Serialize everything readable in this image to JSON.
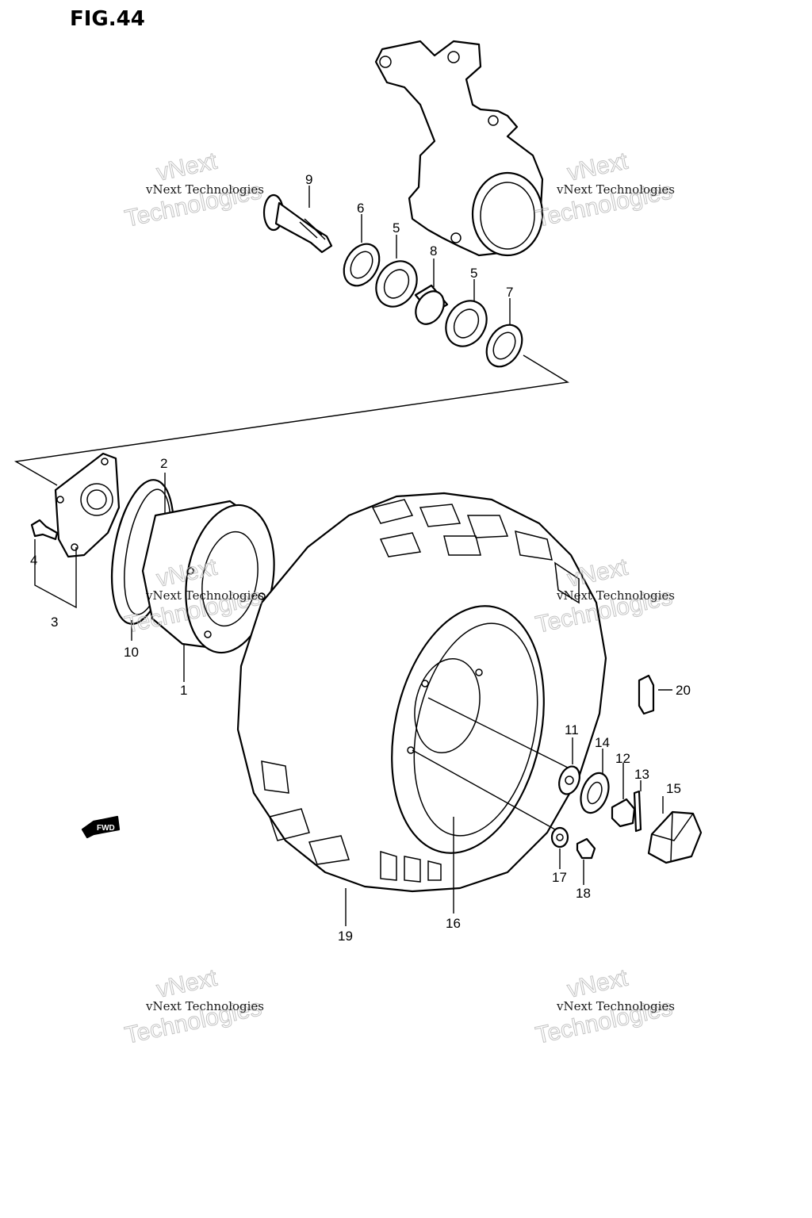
{
  "figure": {
    "title": "FIG.44"
  },
  "callouts": {
    "c1": "1",
    "c2": "2",
    "c3": "3",
    "c4": "4",
    "c5a": "5",
    "c5b": "5",
    "c6": "6",
    "c7": "7",
    "c8": "8",
    "c9": "9",
    "c10": "10",
    "c11": "11",
    "c12": "12",
    "c13": "13",
    "c14": "14",
    "c15": "15",
    "c16": "16",
    "c17": "17",
    "c18": "18",
    "c19": "19",
    "c20": "20"
  },
  "fwd_marker": {
    "label": "FWD",
    "icon": "forward-arrow-icon"
  },
  "watermark": {
    "line1": "vNext Technologies",
    "line2": "vNext",
    "line3": "Technologies"
  }
}
